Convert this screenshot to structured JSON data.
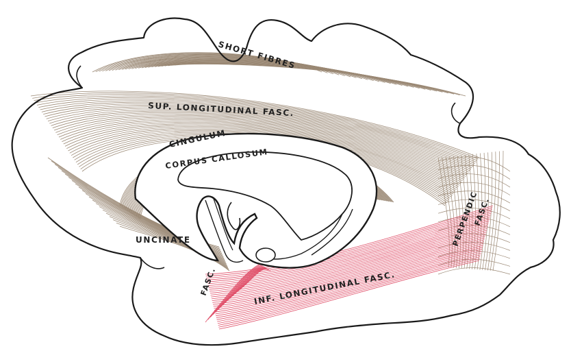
{
  "labels": {
    "short_fibres": "SHORT FIBRES",
    "sup_longitudinal": "SUP. LONGITUDINAL FASC.",
    "cingulum": "CINGULUM",
    "corpus_callosum": "CORPUS CALLOSUM",
    "uncinate": "UNCINATE",
    "fasc": "FASC.",
    "inf_longitudinal": "INF. LONGITUDINAL FASC.",
    "perpendic": "PERPENDIC",
    "perpendic_fasc": "FASC."
  },
  "colors": {
    "outline": "#1a1a1a",
    "fibres": "#9a8874",
    "inferior_fibres": "#e0506a",
    "background": "#ffffff"
  }
}
